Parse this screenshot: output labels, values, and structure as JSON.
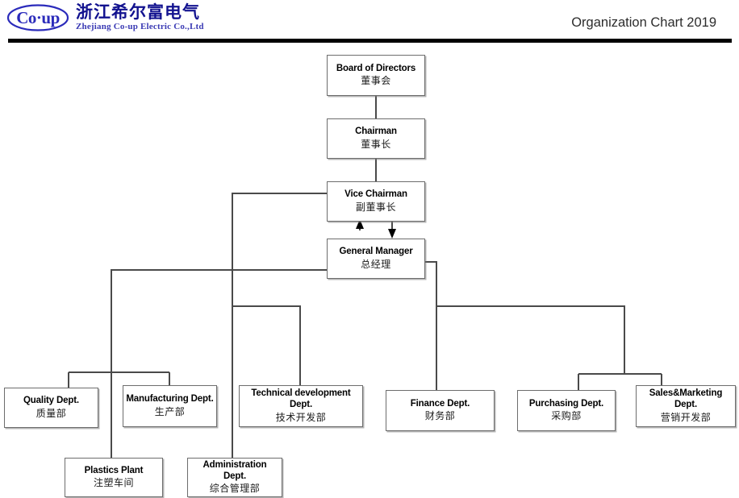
{
  "header": {
    "logo_text": "Co·up",
    "company_name_cn": "浙江希尔富电气",
    "company_name_en": "Zhejiang Co-up Electric Co.,Ltd",
    "chart_title": "Organization Chart 2019",
    "logo_color": "#2b2bbb",
    "rule_color": "#000000"
  },
  "chart_data": {
    "type": "diagram",
    "title": "Organization Chart 2019",
    "nodes": [
      {
        "id": "board",
        "en": "Board of Directors",
        "cn": "董事会"
      },
      {
        "id": "chairman",
        "en": "Chairman",
        "cn": "董事长"
      },
      {
        "id": "vice",
        "en": "Vice Chairman",
        "cn": "副董事长"
      },
      {
        "id": "gm",
        "en": "General Manager",
        "cn": "总经理"
      },
      {
        "id": "quality",
        "en": "Quality Dept.",
        "cn": "质量部"
      },
      {
        "id": "mfg",
        "en": "Manufacturing Dept.",
        "cn": "生产部"
      },
      {
        "id": "tech",
        "en": "Technical development Dept.",
        "cn": "技术开发部"
      },
      {
        "id": "plastics",
        "en": "Plastics Plant",
        "cn": "注塑车间"
      },
      {
        "id": "admin",
        "en": "Administration Dept.",
        "cn": "综合管理部"
      },
      {
        "id": "finance",
        "en": "Finance Dept.",
        "cn": "财务部"
      },
      {
        "id": "purchasing",
        "en": "Purchasing Dept.",
        "cn": "采购部"
      },
      {
        "id": "sales",
        "en": "Sales&Marketing Dept.",
        "cn": "营销开发部"
      }
    ],
    "edges": [
      {
        "from": "board",
        "to": "chairman",
        "style": "line"
      },
      {
        "from": "chairman",
        "to": "vice",
        "style": "line"
      },
      {
        "from": "vice",
        "to": "gm",
        "style": "double-arrow"
      },
      {
        "from": "gm",
        "to": "quality",
        "style": "line"
      },
      {
        "from": "gm",
        "to": "mfg",
        "style": "line"
      },
      {
        "from": "gm",
        "to": "tech",
        "style": "line"
      },
      {
        "from": "mfg",
        "to": "plastics",
        "style": "line"
      },
      {
        "from": "vice",
        "to": "admin",
        "style": "line"
      },
      {
        "from": "gm",
        "to": "finance",
        "style": "line"
      },
      {
        "from": "gm",
        "to": "purchasing",
        "style": "line"
      },
      {
        "from": "gm",
        "to": "sales",
        "style": "line"
      }
    ],
    "line_color": "#4a4a4a",
    "box_border_color": "#6d6d6d"
  }
}
